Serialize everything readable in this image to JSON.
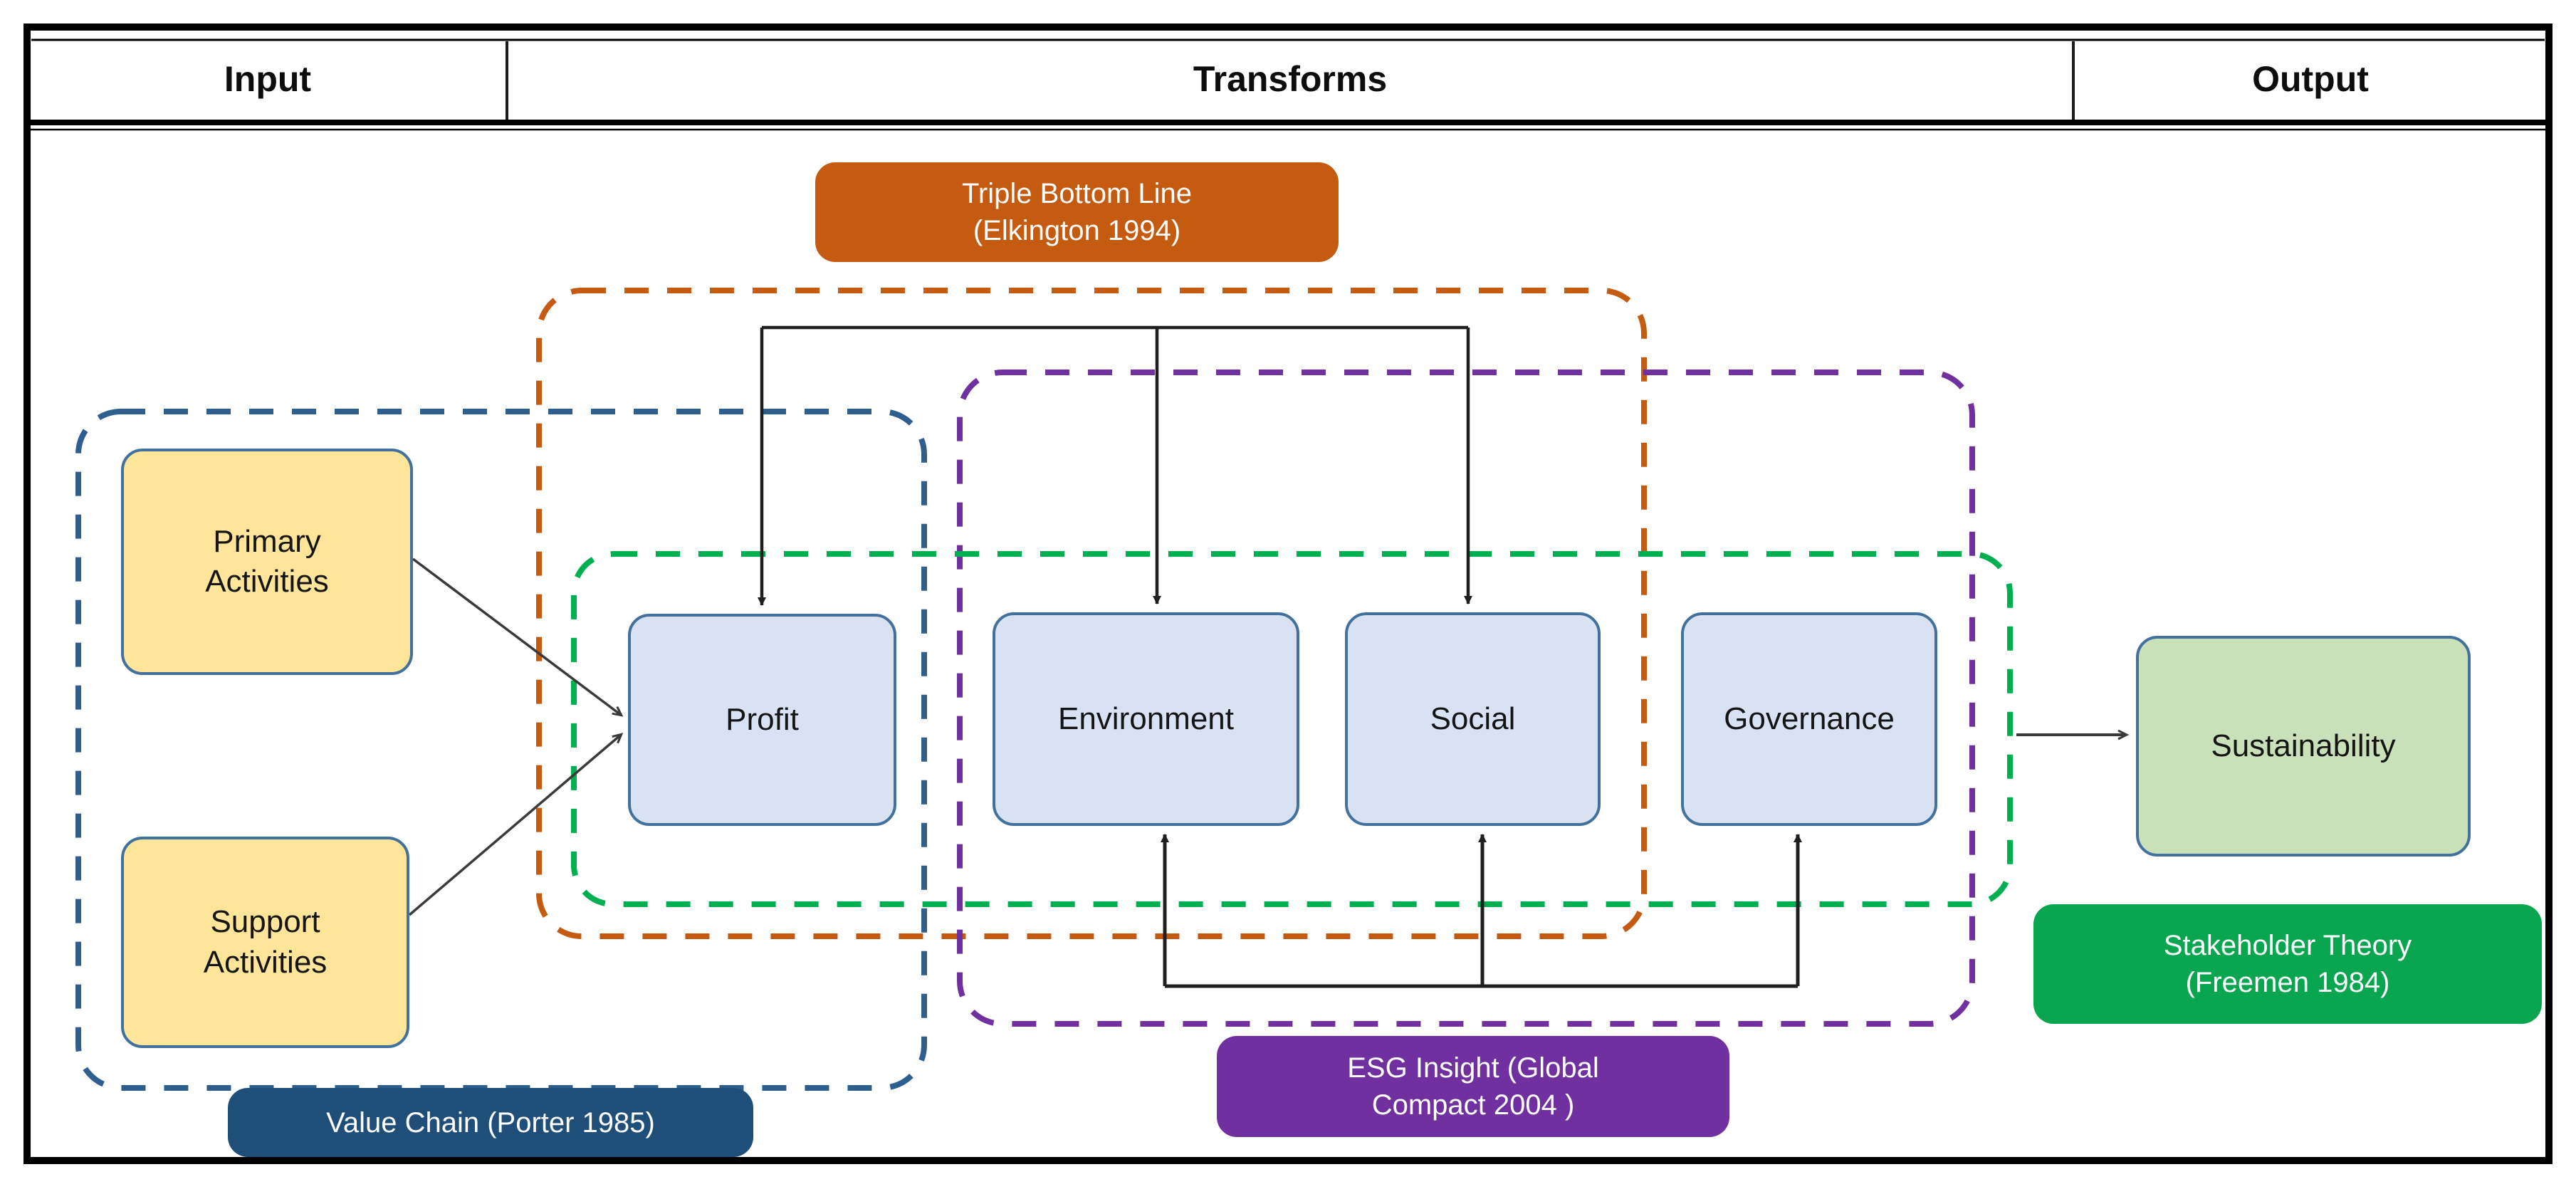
{
  "title": "Input-Transforms-Output sustainability framework diagram",
  "header": {
    "cells": [
      {
        "label": "Input"
      },
      {
        "label": "Transforms"
      },
      {
        "label": "Output"
      }
    ]
  },
  "nodes": {
    "primary": {
      "line1": "Primary",
      "line2": "Activities",
      "fill": "#FFE599",
      "border": "#41719C"
    },
    "support": {
      "line1": "Support",
      "line2": "Activities",
      "fill": "#FFE599",
      "border": "#41719C"
    },
    "profit": {
      "label": "Profit",
      "fill": "#D9E2F3",
      "border": "#41719C"
    },
    "environment": {
      "label": "Environment",
      "fill": "#D9E2F3",
      "border": "#41719C"
    },
    "social": {
      "label": "Social",
      "fill": "#D9E2F3",
      "border": "#41719C"
    },
    "governance": {
      "label": "Governance",
      "fill": "#D9E2F3",
      "border": "#41719C"
    },
    "sustainability": {
      "label": "Sustainability",
      "fill": "#C9E0B8",
      "border": "#41719C"
    }
  },
  "frameworks": {
    "value_chain": {
      "label": "Value Chain (Porter 1985)",
      "pill_color": "#1F4E79",
      "dash_color": "#2F5F8F"
    },
    "triple_bottom_line": {
      "label_line1": "Triple Bottom Line",
      "label_line2": "(Elkington 1994)",
      "pill_color": "#C55A11",
      "dash_color": "#C55A11"
    },
    "esg": {
      "label_line1": "ESG Insight (Global",
      "label_line2": "Compact 2004 )",
      "pill_color": "#7030A0",
      "dash_color": "#7030A0"
    },
    "stakeholder": {
      "label_line1": "Stakeholder Theory",
      "label_line2": "(Freemen 1984)",
      "pill_color": "#0AA64F",
      "dash_color": "#00B050"
    }
  },
  "connections": [
    {
      "from": "top-bracket",
      "to": "profit"
    },
    {
      "from": "top-bracket",
      "to": "environment"
    },
    {
      "from": "top-bracket",
      "to": "social"
    },
    {
      "from": "bottom-bracket",
      "to": "environment"
    },
    {
      "from": "bottom-bracket",
      "to": "social"
    },
    {
      "from": "bottom-bracket",
      "to": "governance"
    },
    {
      "from": "primary",
      "to": "profit"
    },
    {
      "from": "support",
      "to": "profit"
    },
    {
      "from": "governance-group",
      "to": "sustainability"
    }
  ]
}
